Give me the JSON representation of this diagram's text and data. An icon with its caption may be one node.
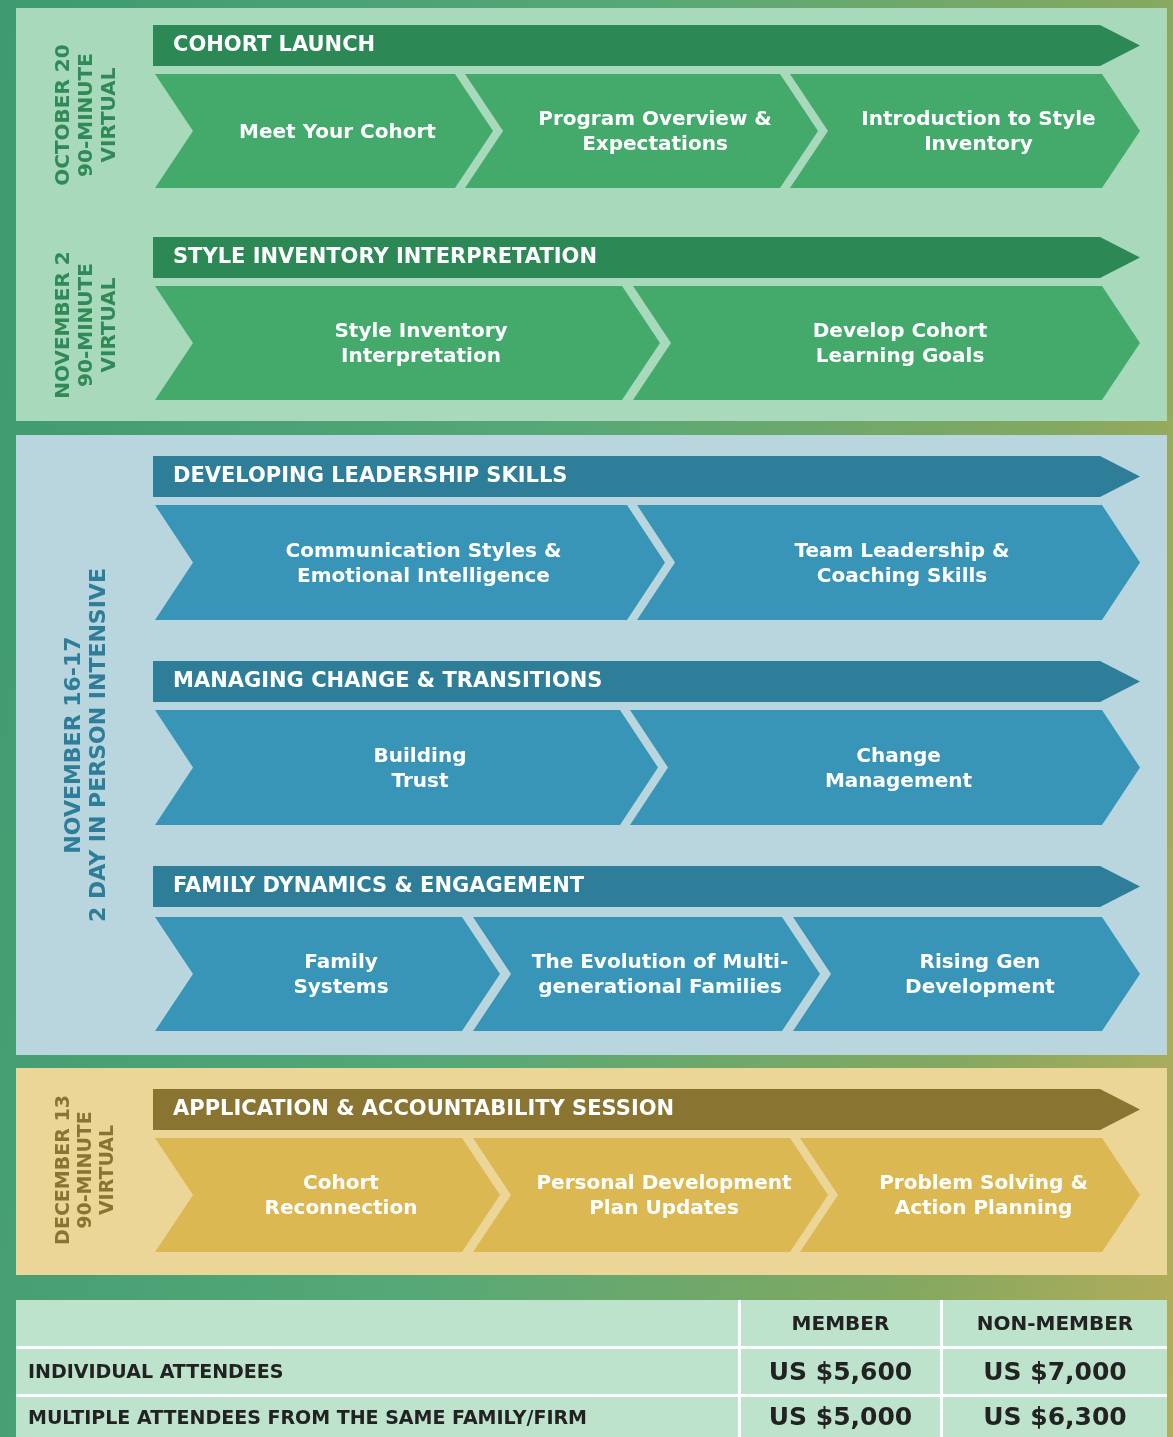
{
  "diagram": {
    "nodes": [
      {
        "text": [
          "OCTOBER 20",
          "90-MINUTE VIRTUAL",
          "NOVEMBER 2",
          "90-MINUTE VIRTUAL"
        ]
      },
      {
        "text": [
          "COHORT LAUNCH"
        ],
        "in": 0
      },
      {
        "text": [
          "Meet Your Cohort"
        ],
        "in": 0
      },
      {
        "text": [
          "Program Overview & Expectations"
        ],
        "in": 0
      },
      {
        "text": [
          "Introduction to Style Inventory"
        ],
        "in": 0
      },
      {
        "text": [
          "STYLE INVENTORY INTERPRETATION"
        ],
        "in": 0
      },
      {
        "text": [
          "Style Inventory Interpretation"
        ],
        "in": 0
      },
      {
        "text": [
          "Develop Cohort Learning Goals"
        ],
        "in": 0
      },
      {
        "text": [
          "NOVEMBER 16-17",
          "2 DAY IN PERSON INTENSIVE"
        ]
      },
      {
        "text": [
          "DEVELOPING LEADERSHIP SKILLS"
        ],
        "in": 8
      },
      {
        "text": [
          "Communication Styles & Emotional Intelligence"
        ],
        "in": 8
      },
      {
        "text": [
          "Team Leadership & Coaching Skills"
        ],
        "in": 8
      },
      {
        "text": [
          "MANAGING CHANGE & TRANSITIONS"
        ],
        "in": 8
      },
      {
        "text": [
          "Building Trust"
        ],
        "in": 8
      },
      {
        "text": [
          "Change Management"
        ],
        "in": 8
      },
      {
        "text": [
          "FAMILY DYNAMICS & ENGAGEMENT"
        ],
        "in": 8
      },
      {
        "text": [
          "Family Systems"
        ],
        "in": 8
      },
      {
        "text": [
          "The Evolution of Multi-generational Families"
        ],
        "in": 8
      },
      {
        "text": [
          "Rising Gen Development"
        ],
        "in": 8
      },
      {
        "text": [
          "DECEMBER 13",
          "90-MINUTE VIRTUAL"
        ]
      },
      {
        "text": [
          "APPLICATION & ACCOUNTABILITY SESSION"
        ],
        "in": 19
      },
      {
        "text": [
          "Cohort Reconnection"
        ],
        "in": 19
      },
      {
        "text": [
          "Personal Development Plan Updates"
        ],
        "in": 19
      },
      {
        "text": [
          "Problem Solving & Action Planning"
        ],
        "in": 19
      }
    ],
    "labels": [
      "MEMBER",
      "NON-MEMBER",
      "INDIVIDUAL ATTENDEES",
      "US $5,600",
      "US $7,000",
      "MULTIPLE ATTENDEES FROM THE SAME FAMILY/FIRM",
      "US $5,000",
      "US $6,300"
    ]
  }
}
